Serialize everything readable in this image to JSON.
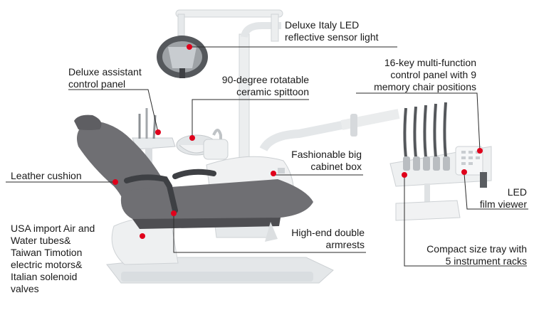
{
  "colors": {
    "dot": "#e0001b",
    "line": "#2a2a2a",
    "upholstery": "#6f6f73",
    "upholstery_dark": "#4e4e52",
    "shell": "#eceeef",
    "shell_shadow": "#cfd3d6"
  },
  "callouts": [
    {
      "id": "led-light",
      "text": "Deluxe Italy LED\nreflective sensor light"
    },
    {
      "id": "assistant-panel",
      "text": "Deluxe assistant\ncontrol panel"
    },
    {
      "id": "spittoon",
      "text": "90-degree rotatable\nceramic spittoon"
    },
    {
      "id": "control-panel",
      "text": "16-key multi-function\ncontrol panel with 9\nmemory chair positions"
    },
    {
      "id": "cabinet",
      "text": "Fashionable big\ncabinet box"
    },
    {
      "id": "leather",
      "text": "Leather cushion"
    },
    {
      "id": "film-viewer",
      "text": "LED\nfilm viewer"
    },
    {
      "id": "tubes-motors",
      "text": "USA import Air and\nWater tubes&\nTaiwan Timotion\nelectric motors&\nItalian solenoid\nvalves"
    },
    {
      "id": "armrests",
      "text": "High-end double\narmrests"
    },
    {
      "id": "tray",
      "text": "Compact size tray with\n5 instrument racks"
    }
  ]
}
